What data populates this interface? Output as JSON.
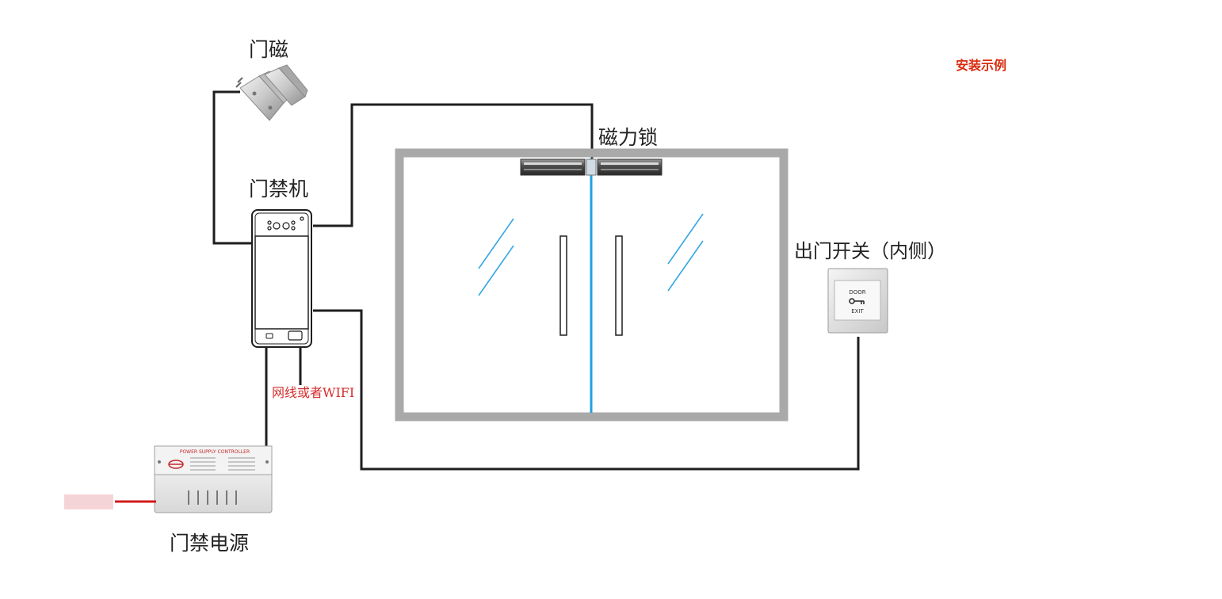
{
  "title": "安装示例",
  "labels": {
    "door_sensor": "门磁",
    "mag_lock": "磁力锁",
    "access_controller": "门禁机",
    "exit_switch": "出门开关（内侧）",
    "network": "网线或者WIFI",
    "power_supply": "门禁电源"
  },
  "exit_button": {
    "line1": "DOOR",
    "line2": "EXIT"
  },
  "psu_header": "POWER SUPPLY CONTROLLER",
  "colors": {
    "title": "#d92b0f",
    "network_label": "#d62c2c",
    "wire": "#1e1e1e",
    "door_frame": "#a9a9a9",
    "door_seam": "#1fa0e0",
    "glass_mark": "#35a7e2",
    "ac_input": "#d11a1a",
    "psu_header": "#c42b2b"
  }
}
